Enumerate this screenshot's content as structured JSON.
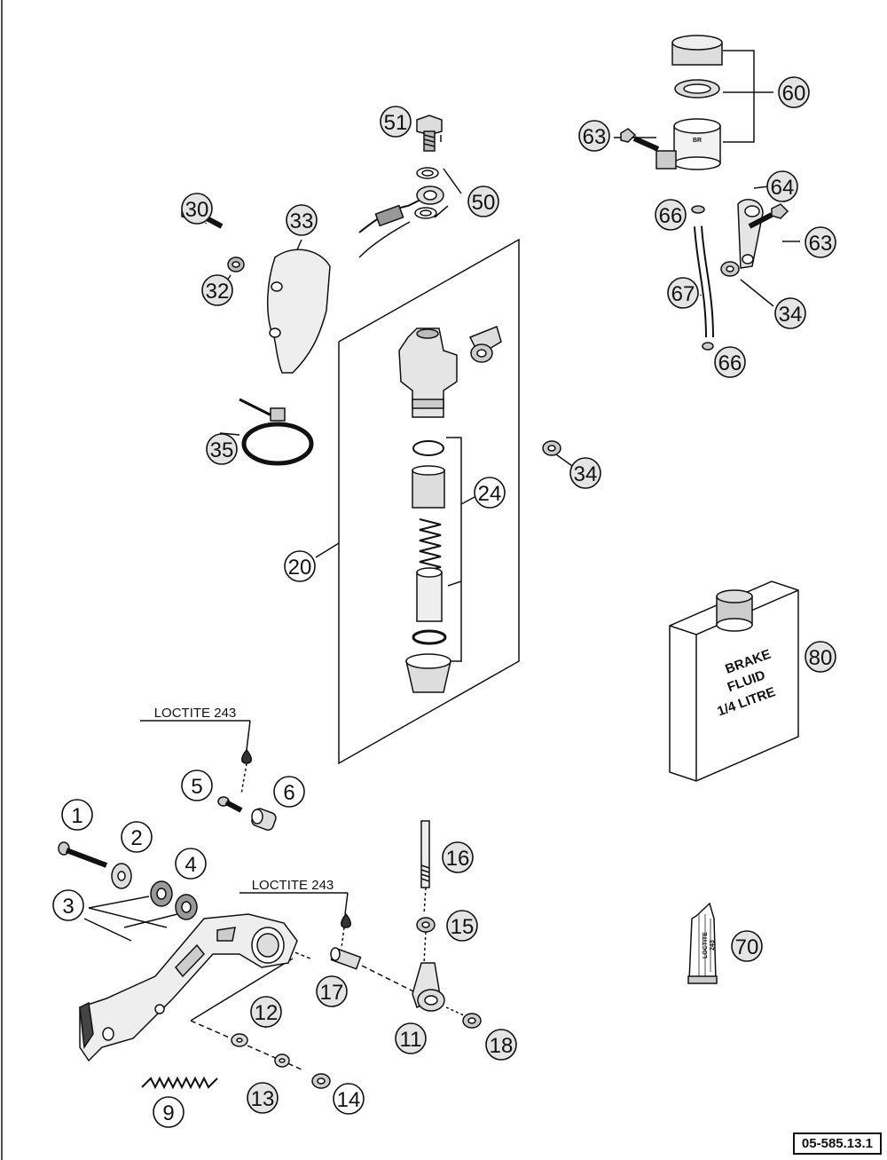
{
  "diagram": {
    "reference_code": "05-585.13.1",
    "can_label": [
      "BRAKE",
      "FLUID",
      "1/4 LITRE"
    ],
    "tube_label": [
      "LOCTITE",
      "243"
    ],
    "reservoir_label": "BR",
    "loctite_labels": [
      "LOCTITE 243",
      "LOCTITE 243"
    ],
    "callouts": [
      "1",
      "2",
      "3",
      "4",
      "5",
      "6",
      "9",
      "11",
      "12",
      "13",
      "14",
      "15",
      "16",
      "17",
      "18",
      "20",
      "24",
      "30",
      "32",
      "33",
      "34",
      "34",
      "35",
      "50",
      "51",
      "60",
      "63",
      "63",
      "64",
      "66",
      "66",
      "67",
      "70",
      "80"
    ]
  }
}
